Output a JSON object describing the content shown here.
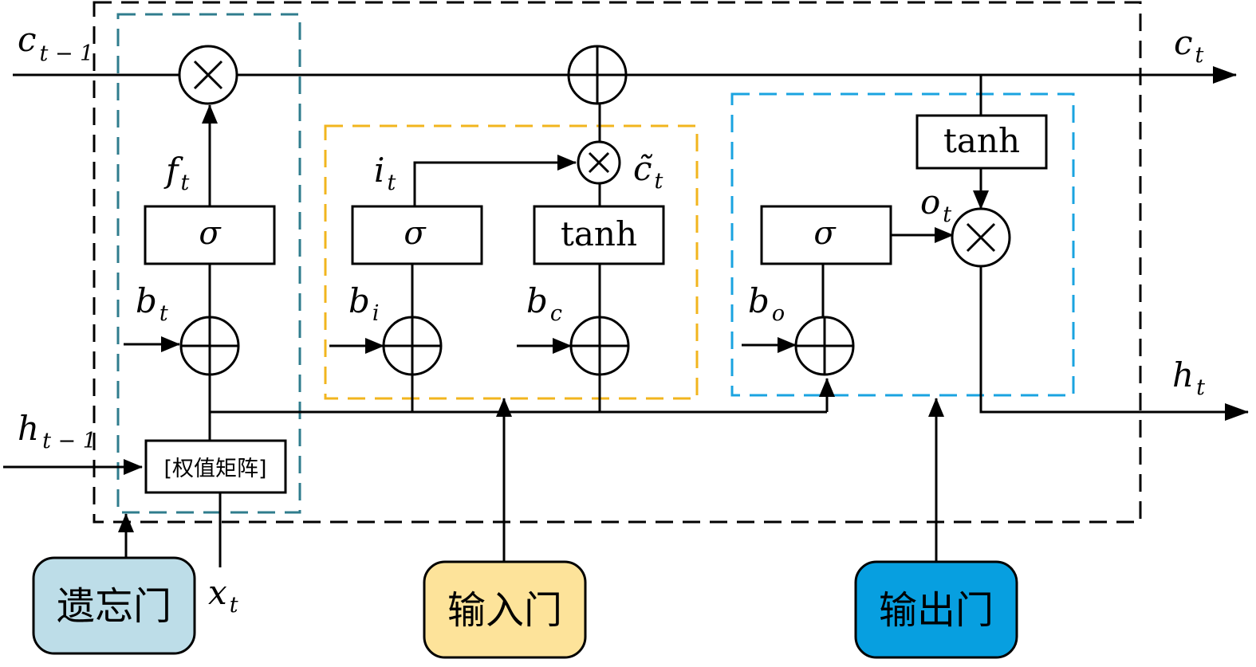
{
  "symbols": {
    "c_prev": {
      "main": "c",
      "sub": "t − 1"
    },
    "c_t": {
      "main": "c",
      "sub": "t"
    },
    "h_prev": {
      "main": "h",
      "sub": "t − 1"
    },
    "h_t": {
      "main": "h",
      "sub": "t"
    },
    "x_t": {
      "main": "x",
      "sub": "t"
    },
    "f_t": {
      "main": "f",
      "sub": "t"
    },
    "i_t": {
      "main": "i",
      "sub": "t"
    },
    "o_t": {
      "main": "o",
      "sub": "t"
    },
    "c_tilde": {
      "main": "c̃",
      "sub": "t"
    },
    "b_t": {
      "main": "b",
      "sub": "t"
    },
    "b_i": {
      "main": "b",
      "sub": "i"
    },
    "b_c": {
      "main": "b",
      "sub": "c"
    },
    "b_o": {
      "main": "b",
      "sub": "o"
    }
  },
  "boxes": {
    "sigma": "σ",
    "tanh": "tanh",
    "weight_matrix": "[权值矩阵]"
  },
  "gates": {
    "forget": {
      "label": "遗忘门",
      "color": "#bddde8"
    },
    "input": {
      "label": "输入门",
      "color": "#fde39a"
    },
    "output": {
      "label": "输出门",
      "color": "#079fe0"
    }
  },
  "colors": {
    "forget_border": "#2f7c8d",
    "input_border": "#f2b51e",
    "output_border": "#1aa3e0"
  }
}
